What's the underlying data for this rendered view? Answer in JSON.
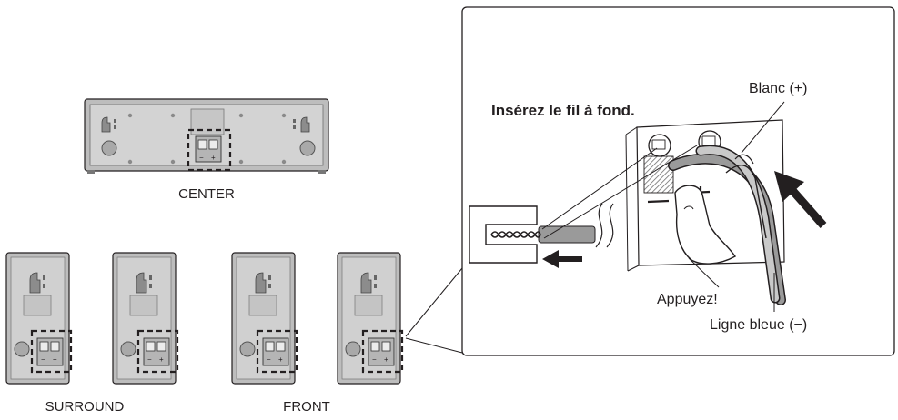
{
  "labels": {
    "center": "CENTER",
    "surround": "SURROUND",
    "front": "FRONT",
    "instruction": "Insérez le fil à fond.",
    "white_plus": "Blanc (+)",
    "press": "Appuyez!",
    "blue_minus": "Ligne bleue (−)"
  },
  "terminal_marks": {
    "minus": "−",
    "plus": "+"
  },
  "colors": {
    "speaker_body": "#c9c9c9",
    "speaker_dark": "#8c8c8c",
    "line": "#231f20",
    "wire_gray": "#8f8f8f"
  }
}
